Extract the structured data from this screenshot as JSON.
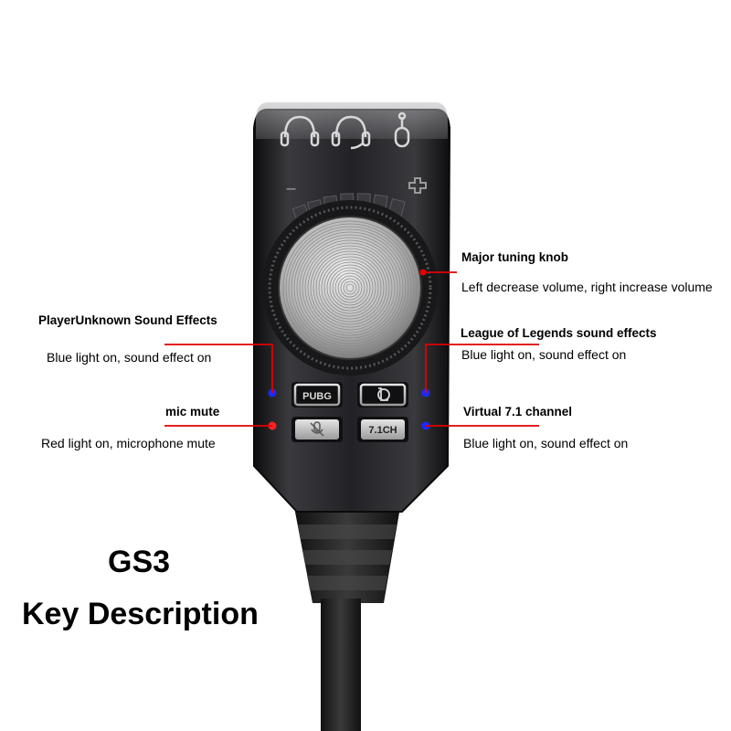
{
  "colors": {
    "leader_line": "#e00000",
    "blue_led": "#1a2bff",
    "red_led": "#ff2020",
    "device_body": "#1d1d1f",
    "button_face": "#c8c8c8"
  },
  "device": {
    "buttons": {
      "pubg": "PUBG",
      "virtual_71": "7.1CH"
    },
    "icons": [
      "headphone-icon",
      "headset-mic-icon",
      "mic-icon",
      "minus-icon",
      "plus-icon",
      "mic-mute-icon",
      "lol-logo-icon"
    ]
  },
  "callouts": {
    "knob": {
      "title": "Major tuning knob",
      "desc": "Left decrease volume, right increase volume"
    },
    "pubg": {
      "title": "PlayerUnknown Sound Effects",
      "desc": "Blue light on, sound effect on"
    },
    "lol": {
      "title": "League of Legends sound effects",
      "desc": "Blue light on, sound effect on"
    },
    "mic": {
      "title": "mic mute",
      "desc": "Red light on, microphone mute"
    },
    "virtual": {
      "title": "Virtual 7.1 channel",
      "desc": "Blue light on, sound effect on"
    }
  },
  "caption": {
    "model": "GS3",
    "subtitle": "Key Description"
  }
}
